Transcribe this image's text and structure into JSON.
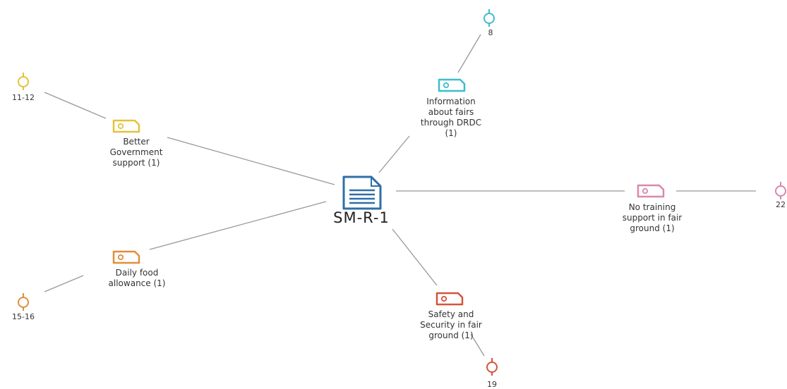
{
  "document": {
    "name": "SM-R-1",
    "color": "#2f6fa7"
  },
  "codes": [
    {
      "id": "better-government-support",
      "label": [
        "Better",
        "Government",
        "support (1)"
      ],
      "color": "#e3c33a",
      "segment": "11-12"
    },
    {
      "id": "information-about-fairs",
      "label": [
        "Information",
        "about fairs",
        "through DRDC",
        "(1)"
      ],
      "color": "#3dbdc9",
      "segment": "8"
    },
    {
      "id": "no-training-support",
      "label": [
        "No training",
        "support in fair",
        "ground (1)"
      ],
      "color": "#d988b0",
      "segment": "22"
    },
    {
      "id": "daily-food-allowance",
      "label": [
        "Daily food",
        "allowance (1)"
      ],
      "color": "#e08f3b",
      "segment": "15-16"
    },
    {
      "id": "safety-and-security",
      "label": [
        "Safety and",
        "Security in fair",
        "ground (1)"
      ],
      "color": "#d4553a",
      "segment": "19"
    }
  ]
}
